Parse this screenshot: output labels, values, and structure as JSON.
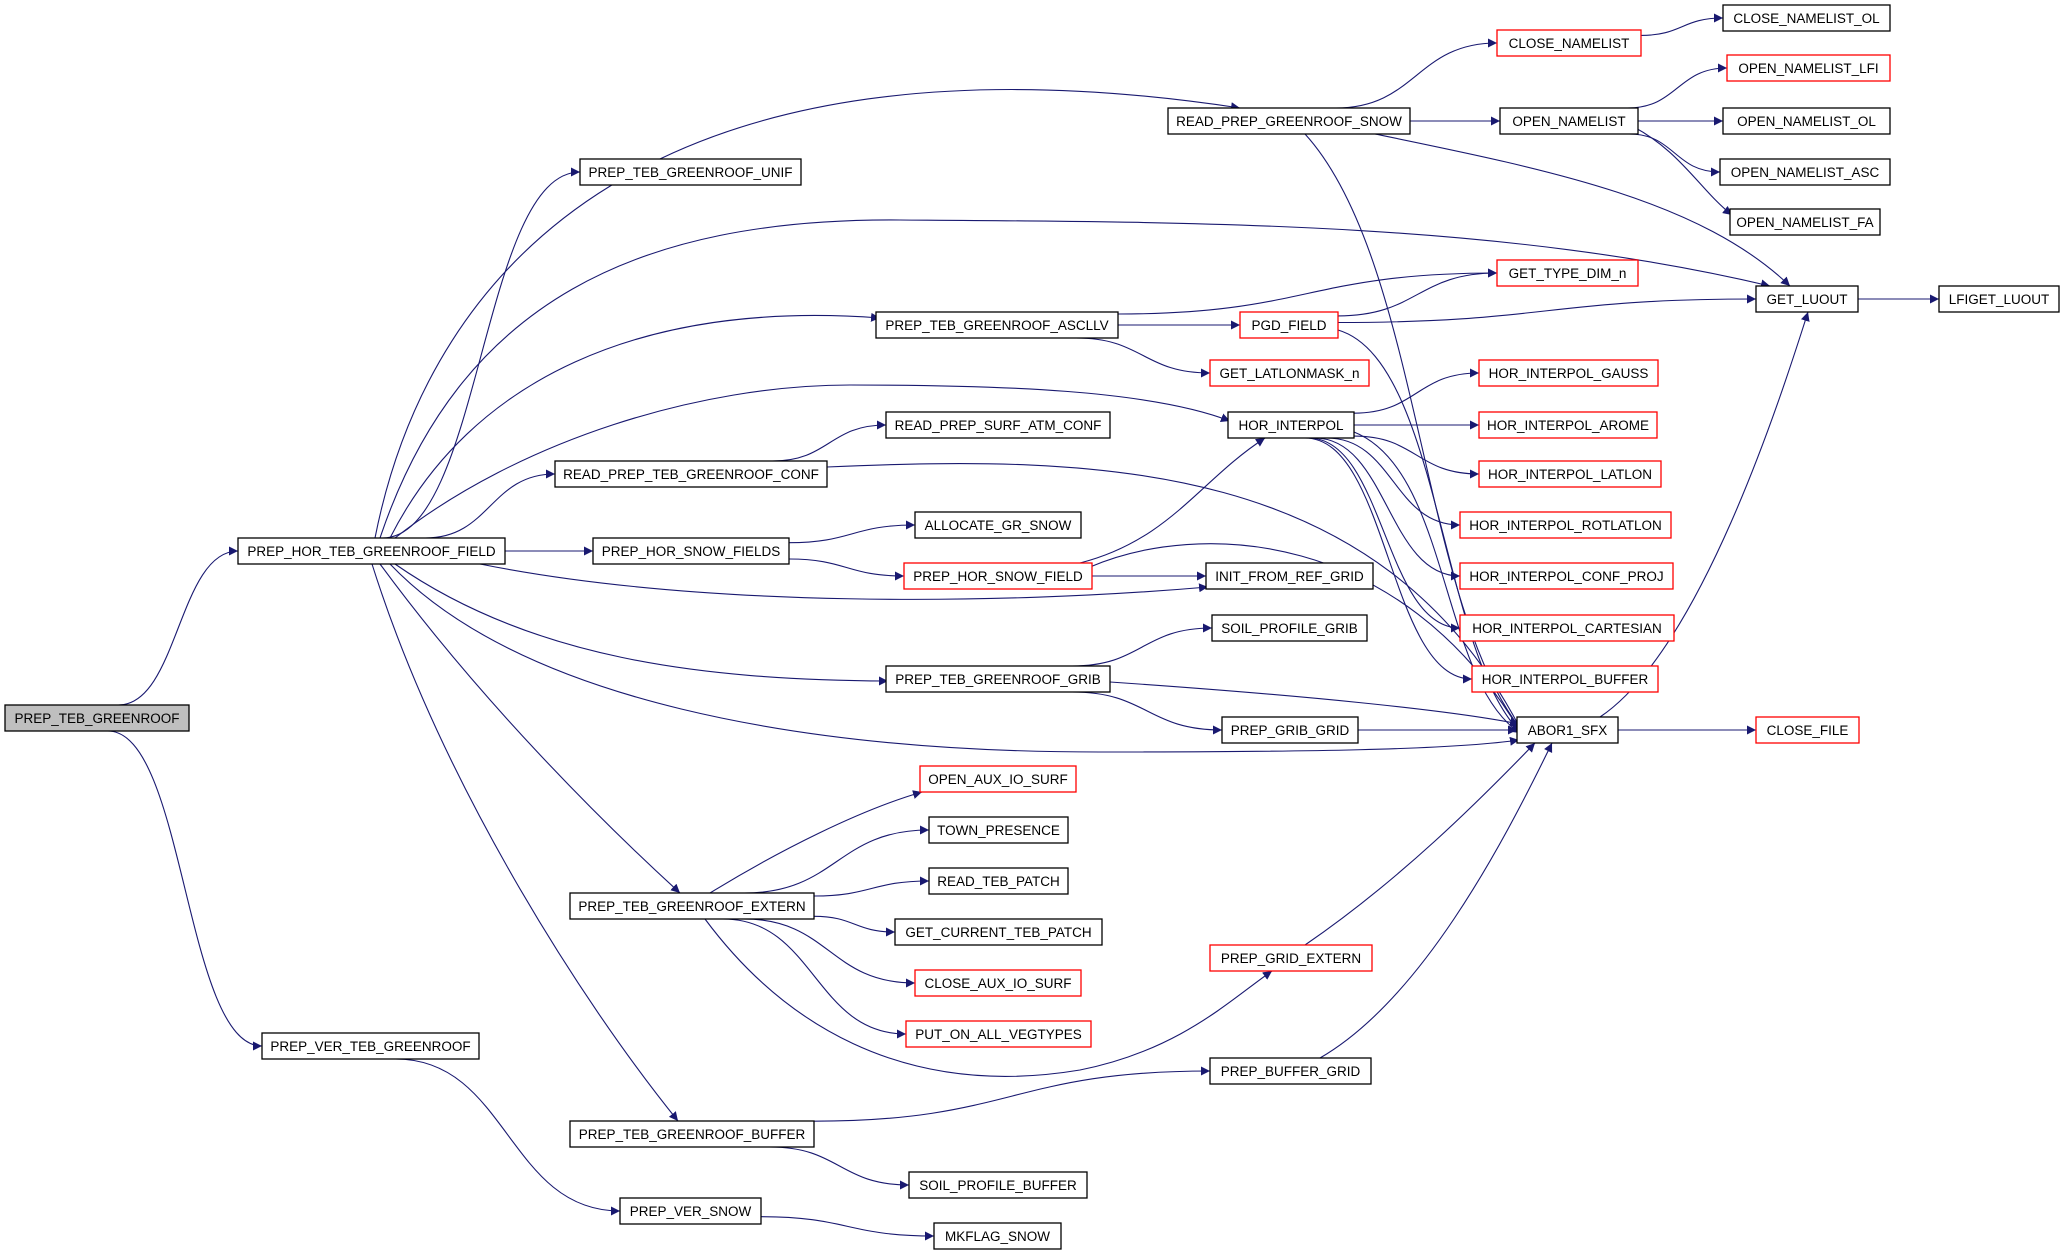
{
  "colors": {
    "edge": "#191970",
    "root_fill": "#bfbfbf",
    "border_documented": "#000000",
    "border_undocumented": "#ff0000",
    "node_fill": "#ffffff"
  },
  "nodes": [
    {
      "id": "root",
      "label": "PREP_TEB_GREENROOF",
      "style": "root"
    },
    {
      "id": "hor_field",
      "label": "PREP_HOR_TEB_GREENROOF_FIELD",
      "style": "black"
    },
    {
      "id": "ver_gr",
      "label": "PREP_VER_TEB_GREENROOF",
      "style": "black"
    },
    {
      "id": "unif",
      "label": "PREP_TEB_GREENROOF_UNIF",
      "style": "black"
    },
    {
      "id": "ascllv",
      "label": "PREP_TEB_GREENROOF_ASCLLV",
      "style": "black"
    },
    {
      "id": "read_conf",
      "label": "READ_PREP_TEB_GREENROOF_CONF",
      "style": "black"
    },
    {
      "id": "snow_fields",
      "label": "PREP_HOR_SNOW_FIELDS",
      "style": "black"
    },
    {
      "id": "grib",
      "label": "PREP_TEB_GREENROOF_GRIB",
      "style": "black"
    },
    {
      "id": "extern",
      "label": "PREP_TEB_GREENROOF_EXTERN",
      "style": "black"
    },
    {
      "id": "buffer",
      "label": "PREP_TEB_GREENROOF_BUFFER",
      "style": "black"
    },
    {
      "id": "ver_snow",
      "label": "PREP_VER_SNOW",
      "style": "black"
    },
    {
      "id": "read_snow",
      "label": "READ_PREP_GREENROOF_SNOW",
      "style": "black"
    },
    {
      "id": "read_surf",
      "label": "READ_PREP_SURF_ATM_CONF",
      "style": "black"
    },
    {
      "id": "alloc",
      "label": "ALLOCATE_GR_SNOW",
      "style": "black"
    },
    {
      "id": "snow_field",
      "label": "PREP_HOR_SNOW_FIELD",
      "style": "red"
    },
    {
      "id": "open_aux",
      "label": "OPEN_AUX_IO_SURF",
      "style": "red"
    },
    {
      "id": "town",
      "label": "TOWN_PRESENCE",
      "style": "black"
    },
    {
      "id": "read_patch",
      "label": "READ_TEB_PATCH",
      "style": "black"
    },
    {
      "id": "get_patch",
      "label": "GET_CURRENT_TEB_PATCH",
      "style": "black"
    },
    {
      "id": "close_aux",
      "label": "CLOSE_AUX_IO_SURF",
      "style": "red"
    },
    {
      "id": "put_veg",
      "label": "PUT_ON_ALL_VEGTYPES",
      "style": "red"
    },
    {
      "id": "soil_buf",
      "label": "SOIL_PROFILE_BUFFER",
      "style": "black"
    },
    {
      "id": "mkflag",
      "label": "MKFLAG_SNOW",
      "style": "black"
    },
    {
      "id": "pgd",
      "label": "PGD_FIELD",
      "style": "red"
    },
    {
      "id": "latlonmask",
      "label": "GET_LATLONMASK_n",
      "style": "red"
    },
    {
      "id": "hor_interp",
      "label": "HOR_INTERPOL",
      "style": "black"
    },
    {
      "id": "init_ref",
      "label": "INIT_FROM_REF_GRID",
      "style": "black"
    },
    {
      "id": "soil_grib",
      "label": "SOIL_PROFILE_GRIB",
      "style": "black"
    },
    {
      "id": "grib_grid",
      "label": "PREP_GRIB_GRID",
      "style": "black"
    },
    {
      "id": "grid_ext",
      "label": "PREP_GRID_EXTERN",
      "style": "red"
    },
    {
      "id": "buf_grid",
      "label": "PREP_BUFFER_GRID",
      "style": "black"
    },
    {
      "id": "close_nl",
      "label": "CLOSE_NAMELIST",
      "style": "red"
    },
    {
      "id": "open_nl",
      "label": "OPEN_NAMELIST",
      "style": "black"
    },
    {
      "id": "type_dim",
      "label": "GET_TYPE_DIM_n",
      "style": "red"
    },
    {
      "id": "hi_gauss",
      "label": "HOR_INTERPOL_GAUSS",
      "style": "red"
    },
    {
      "id": "hi_arome",
      "label": "HOR_INTERPOL_AROME",
      "style": "red"
    },
    {
      "id": "hi_latlon",
      "label": "HOR_INTERPOL_LATLON",
      "style": "red"
    },
    {
      "id": "hi_rot",
      "label": "HOR_INTERPOL_ROTLATLON",
      "style": "red"
    },
    {
      "id": "hi_conf",
      "label": "HOR_INTERPOL_CONF_PROJ",
      "style": "red"
    },
    {
      "id": "hi_cart",
      "label": "HOR_INTERPOL_CARTESIAN",
      "style": "red"
    },
    {
      "id": "hi_buf",
      "label": "HOR_INTERPOL_BUFFER",
      "style": "red"
    },
    {
      "id": "abor",
      "label": "ABOR1_SFX",
      "style": "black"
    },
    {
      "id": "close_nl_ol",
      "label": "CLOSE_NAMELIST_OL",
      "style": "black"
    },
    {
      "id": "open_lfi",
      "label": "OPEN_NAMELIST_LFI",
      "style": "red"
    },
    {
      "id": "open_ol",
      "label": "OPEN_NAMELIST_OL",
      "style": "black"
    },
    {
      "id": "open_asc",
      "label": "OPEN_NAMELIST_ASC",
      "style": "black"
    },
    {
      "id": "open_fa",
      "label": "OPEN_NAMELIST_FA",
      "style": "black"
    },
    {
      "id": "get_luout",
      "label": "GET_LUOUT",
      "style": "black"
    },
    {
      "id": "close_file",
      "label": "CLOSE_FILE",
      "style": "red"
    },
    {
      "id": "lfiget",
      "label": "LFIGET_LUOUT",
      "style": "black"
    }
  ],
  "edges": [
    [
      "root",
      "hor_field"
    ],
    [
      "root",
      "ver_gr"
    ],
    [
      "hor_field",
      "unif"
    ],
    [
      "hor_field",
      "ascllv"
    ],
    [
      "hor_field",
      "read_conf"
    ],
    [
      "hor_field",
      "snow_fields"
    ],
    [
      "hor_field",
      "grib"
    ],
    [
      "hor_field",
      "extern"
    ],
    [
      "hor_field",
      "buffer"
    ],
    [
      "hor_field",
      "read_snow"
    ],
    [
      "hor_field",
      "get_luout"
    ],
    [
      "hor_field",
      "hor_interp"
    ],
    [
      "hor_field",
      "init_ref"
    ],
    [
      "hor_field",
      "abor"
    ],
    [
      "ver_gr",
      "ver_snow"
    ],
    [
      "read_snow",
      "close_nl"
    ],
    [
      "read_snow",
      "open_nl"
    ],
    [
      "read_snow",
      "get_luout"
    ],
    [
      "read_snow",
      "abor"
    ],
    [
      "close_nl",
      "close_nl_ol"
    ],
    [
      "open_nl",
      "open_lfi"
    ],
    [
      "open_nl",
      "open_ol"
    ],
    [
      "open_nl",
      "open_asc"
    ],
    [
      "open_nl",
      "open_fa"
    ],
    [
      "ascllv",
      "type_dim"
    ],
    [
      "ascllv",
      "pgd"
    ],
    [
      "ascllv",
      "latlonmask"
    ],
    [
      "pgd",
      "type_dim"
    ],
    [
      "pgd",
      "get_luout"
    ],
    [
      "pgd",
      "abor"
    ],
    [
      "get_luout",
      "lfiget"
    ],
    [
      "hor_interp",
      "hi_gauss"
    ],
    [
      "hor_interp",
      "hi_arome"
    ],
    [
      "hor_interp",
      "hi_latlon"
    ],
    [
      "hor_interp",
      "hi_rot"
    ],
    [
      "hor_interp",
      "hi_conf"
    ],
    [
      "hor_interp",
      "hi_cart"
    ],
    [
      "hor_interp",
      "hi_buf"
    ],
    [
      "hor_interp",
      "abor"
    ],
    [
      "read_conf",
      "read_surf"
    ],
    [
      "read_conf",
      "abor"
    ],
    [
      "snow_fields",
      "alloc"
    ],
    [
      "snow_fields",
      "snow_field"
    ],
    [
      "snow_field",
      "hor_interp"
    ],
    [
      "snow_field",
      "init_ref"
    ],
    [
      "snow_field",
      "abor"
    ],
    [
      "grib",
      "soil_grib"
    ],
    [
      "grib",
      "grib_grid"
    ],
    [
      "grib",
      "abor"
    ],
    [
      "grib_grid",
      "abor"
    ],
    [
      "extern",
      "open_aux"
    ],
    [
      "extern",
      "town"
    ],
    [
      "extern",
      "read_patch"
    ],
    [
      "extern",
      "get_patch"
    ],
    [
      "extern",
      "close_aux"
    ],
    [
      "extern",
      "put_veg"
    ],
    [
      "extern",
      "grid_ext"
    ],
    [
      "grid_ext",
      "abor"
    ],
    [
      "buffer",
      "buf_grid"
    ],
    [
      "buffer",
      "soil_buf"
    ],
    [
      "buf_grid",
      "abor"
    ],
    [
      "ver_snow",
      "mkflag"
    ],
    [
      "abor",
      "get_luout"
    ],
    [
      "abor",
      "close_file"
    ]
  ]
}
